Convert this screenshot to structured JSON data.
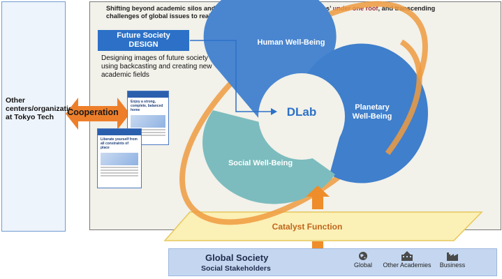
{
  "left_panel": {
    "text": "Other centers/organizations at Tokyo Tech"
  },
  "intro": {
    "text_before": "Shifting beyond academic silos and discovering the ‘unknown unknowns’ ",
    "highlight": "under one roof",
    "text_after": ", and transcending challenges of global issues to realize our common aspired future society."
  },
  "future_design": {
    "title_line1": "Future Society",
    "title_line2": "DESIGN",
    "description": "Designing images of future society using backcasting and creating new academic fields"
  },
  "circles": {
    "human": "Human Well-Being",
    "planetary_line1": "Planetary",
    "planetary_line2": "Well-Being",
    "social": "Social Well-Being",
    "center": "DLab"
  },
  "leaflets": {
    "top_title": "Enjoy a strong, complete, balanced home",
    "bottom_title": "Liberate yourself from all constraints of place"
  },
  "cooperation_label": "Cooperation",
  "catalyst_label": "Catalyst Function",
  "global_society": {
    "title": "Global Society",
    "subtitle": "Social Stakeholders",
    "stakeholders": [
      {
        "label": "Global",
        "icon": "globe-icon"
      },
      {
        "label": "Other Academies",
        "icon": "school-building-icon"
      },
      {
        "label": "Business",
        "icon": "factory-icon"
      }
    ]
  },
  "colors": {
    "human": "#4a86d0",
    "planetary": "#3f7fcc",
    "social": "#7cbcbe",
    "orange": "#ee9b3f",
    "design_box": "#2c71c7",
    "catalyst_fill": "#fbf0b6"
  }
}
